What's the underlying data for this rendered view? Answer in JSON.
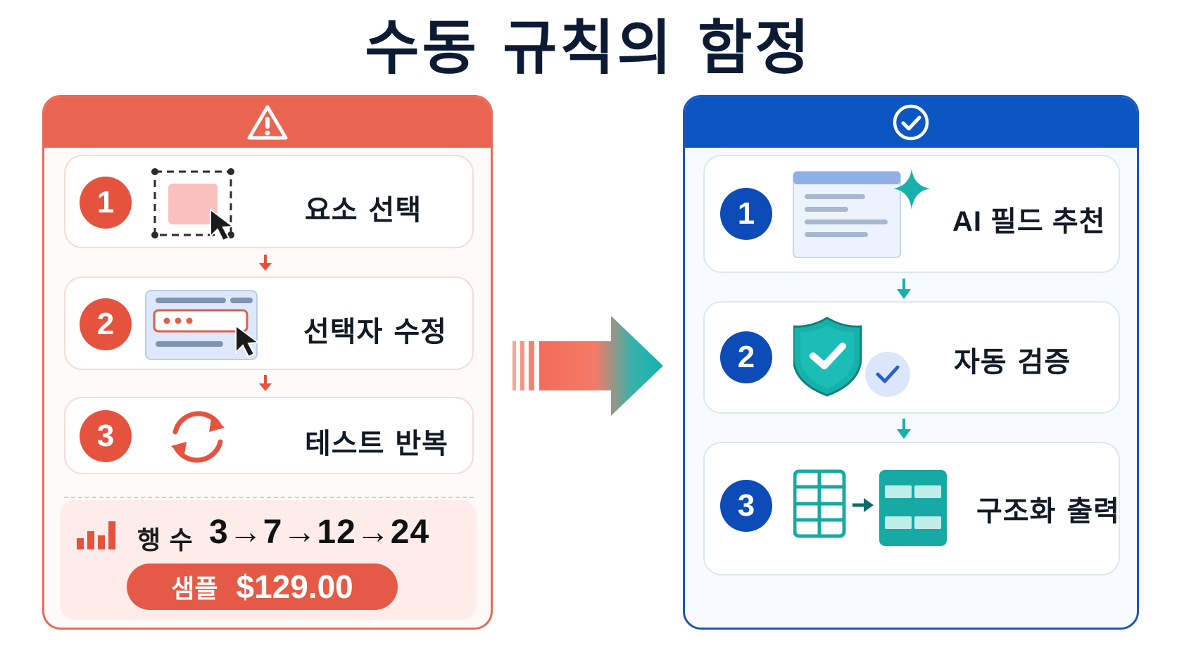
{
  "title": "수동 규칙의 함정",
  "left_panel": {
    "header_icon": "warning-triangle-icon",
    "steps": [
      {
        "number": "1",
        "label": "요소 선택",
        "icon": "select-element-cursor-icon"
      },
      {
        "number": "2",
        "label": "선택자 수정",
        "icon": "edit-selector-input-icon"
      },
      {
        "number": "3",
        "label": "테스트 반복",
        "icon": "repeat-refresh-icon"
      }
    ],
    "stats": {
      "icon": "bar-chart-icon",
      "rows_label": "행 수",
      "rows_sequence": "3→7→12→24",
      "sample_label": "샘플",
      "sample_price": "$129.00"
    }
  },
  "right_panel": {
    "header_icon": "check-circle-icon",
    "steps": [
      {
        "number": "1",
        "label": "AI 필드 추천",
        "icon": "ai-document-sparkle-icon"
      },
      {
        "number": "2",
        "label": "자동 검증",
        "icon": "shield-check-icon"
      },
      {
        "number": "3",
        "label": "구조화 출력",
        "icon": "table-structure-icon"
      }
    ]
  },
  "colors": {
    "left_accent": "#ea6452",
    "right_accent": "#0c56c2",
    "teal": "#17b1ac"
  }
}
